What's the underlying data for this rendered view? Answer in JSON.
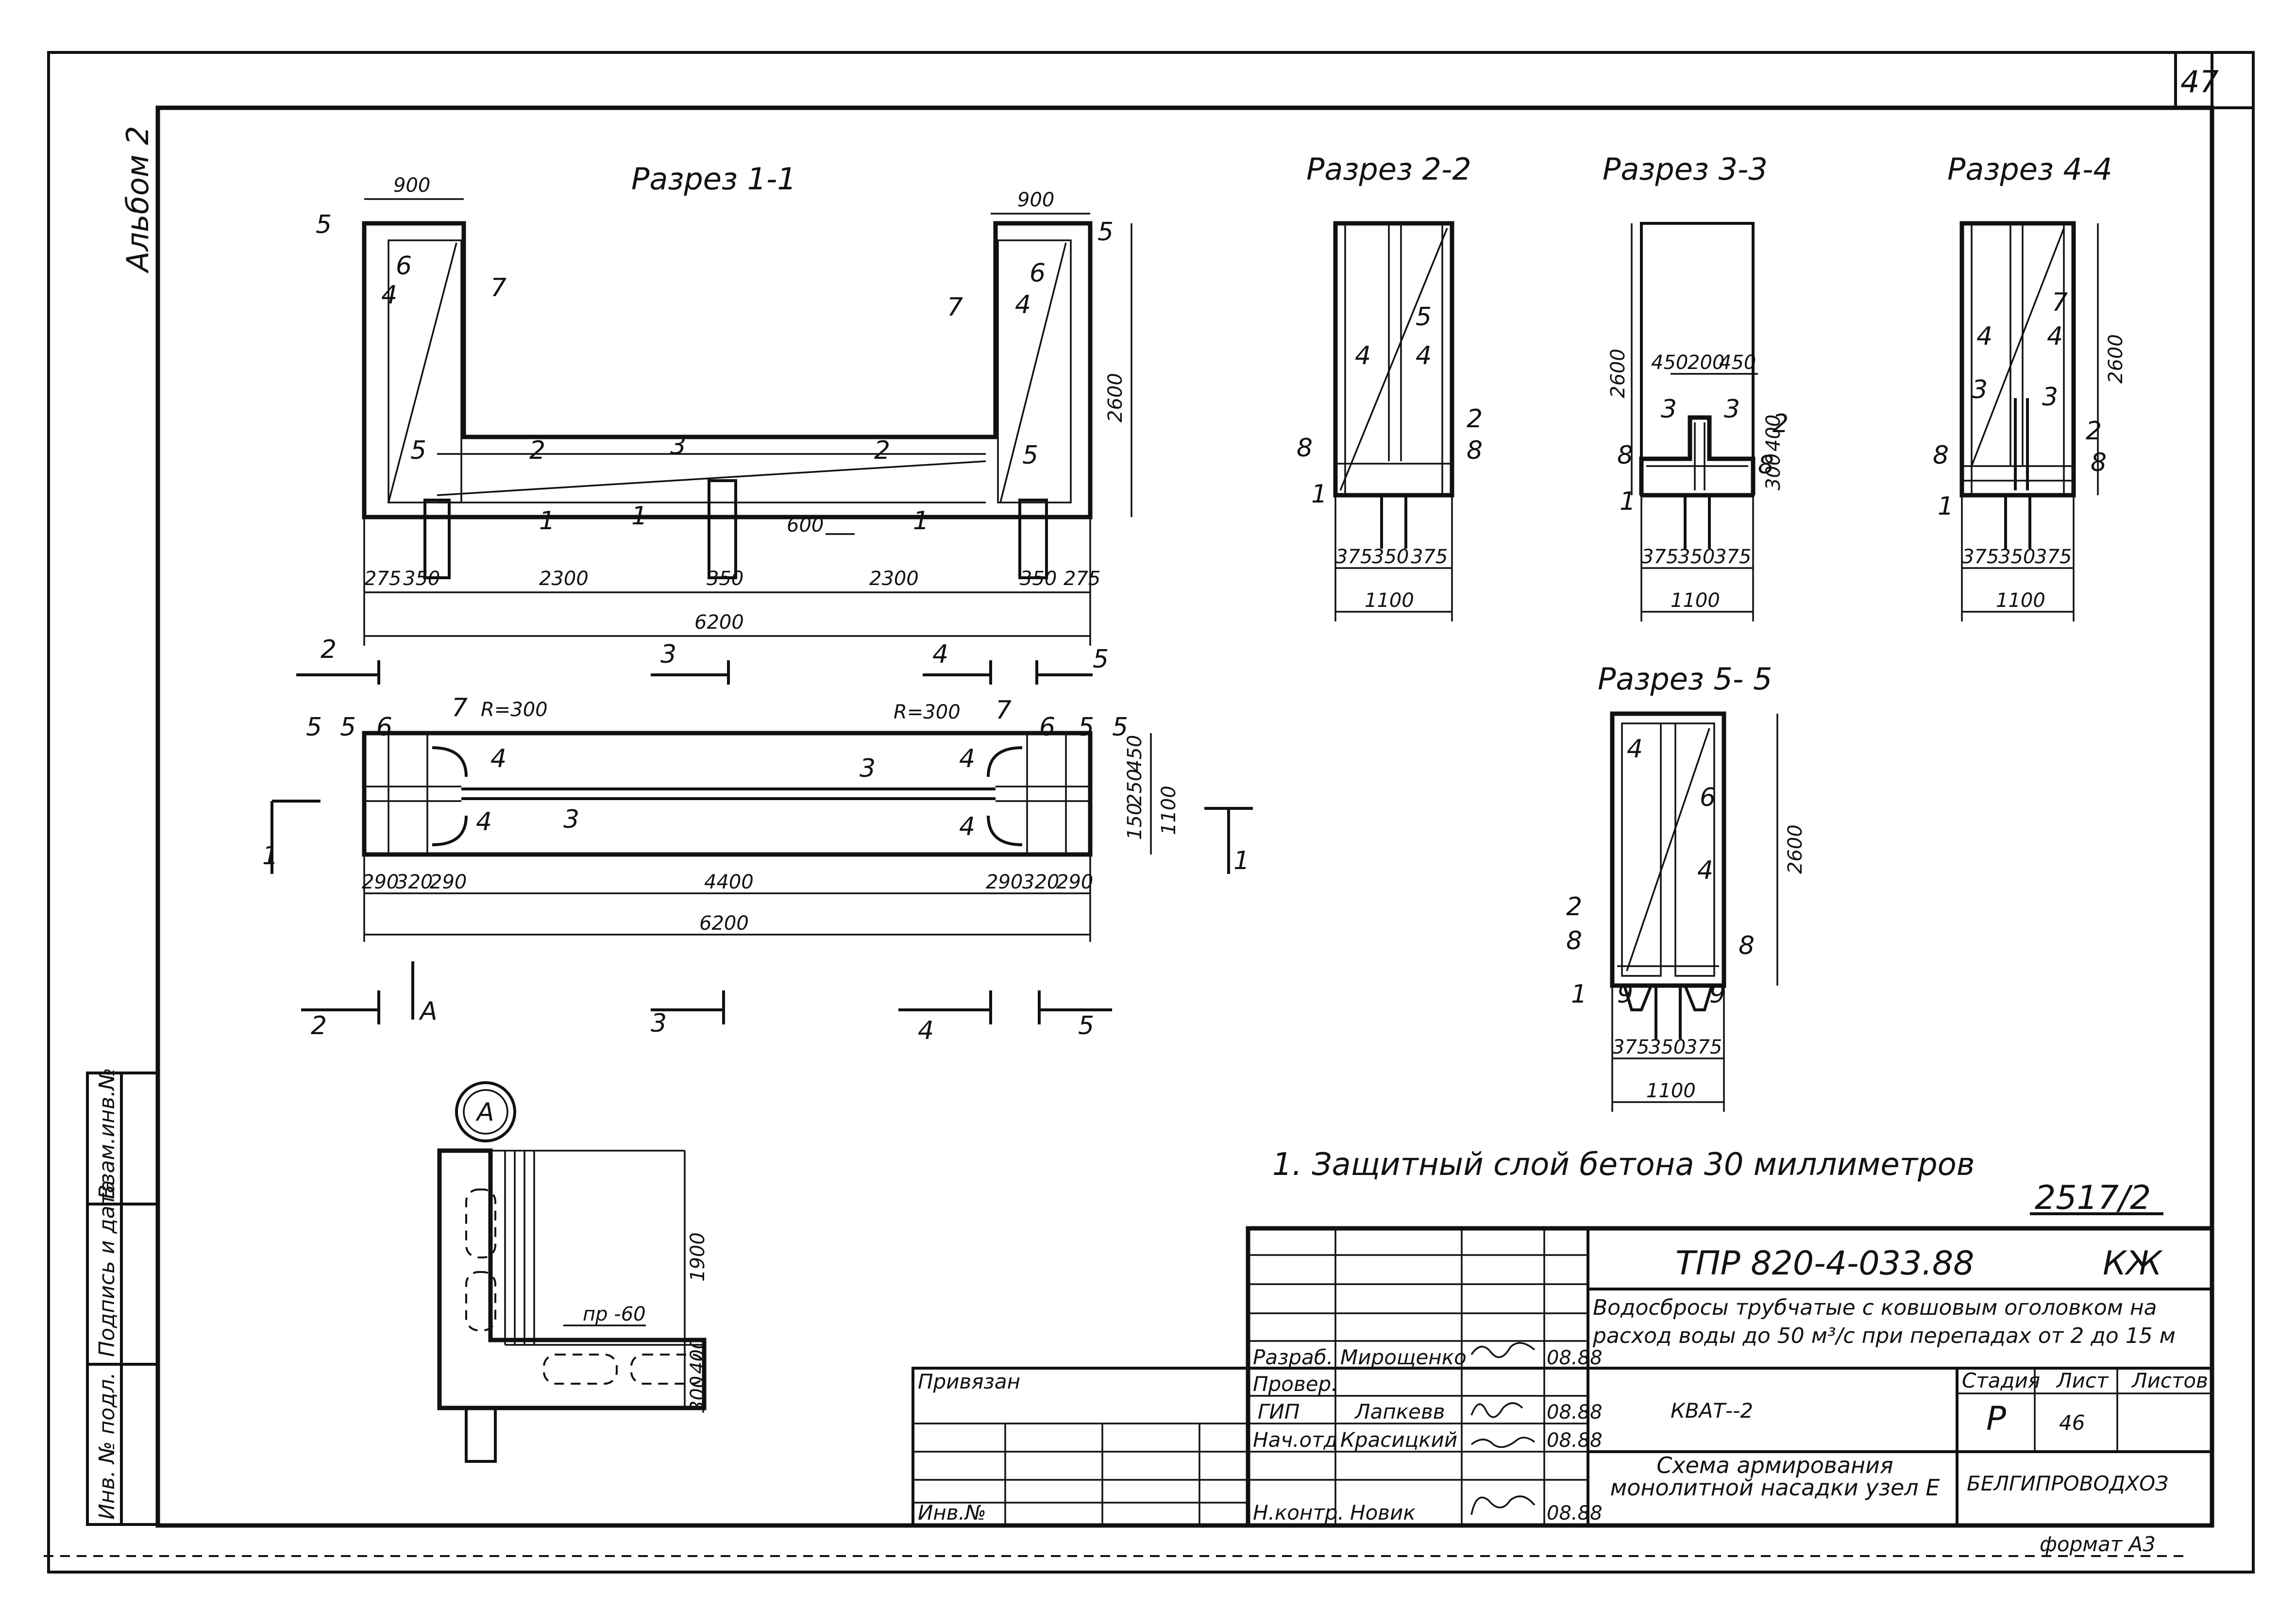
{
  "sheet": {
    "page_number": "47",
    "album": "Альбом 2",
    "format": "формат А3"
  },
  "side_stamp": [
    "Инв. № подл.",
    "Подпись и дата",
    "Взам.инв.№"
  ],
  "sections": {
    "s1": "Разрез 1-1",
    "s2": "Разрез 2-2",
    "s3": "Разрез 3-3",
    "s4": "Разрез 4-4",
    "s5": "Разрез 5- 5",
    "nodeA": "А"
  },
  "dims": {
    "d900": "900",
    "d2600": "2600",
    "d275": "275",
    "d350": "350",
    "d2300": "2300",
    "d600": "600",
    "d6200": "6200",
    "d1100": "1100",
    "d4400": "4400",
    "d290": "290",
    "d320": "320",
    "d150": "150",
    "d250": "250",
    "d375": "375",
    "d450": "450",
    "d200": "200",
    "d400": "400",
    "d300": "300",
    "d1900": "1900",
    "r300": "R=300",
    "pr60": "пр -60"
  },
  "marks": {
    "m1": "1",
    "m2": "2",
    "m3": "3",
    "m4": "4",
    "m5": "5",
    "m6": "6",
    "m7": "7",
    "m8": "8",
    "m9": "9"
  },
  "cut_marks": {
    "c1": "1",
    "c2": "2",
    "c3": "3",
    "c4": "4",
    "c5": "5",
    "cA": "А"
  },
  "note": "1. Защитный слой бетона 30 миллиметров",
  "title_block": {
    "sheet_id": "2517/2",
    "doc_code": "ТПР 820-4-033.88",
    "doc_mark": "КЖ",
    "project": "Водосбросы трубчатые с ковшовым оголовком на расход воды до 50 м³/с при перепадах от 2 до 15 м",
    "section_code": "КВАТ--2",
    "drawing_title": "Схема армирования монолитной насадки узел Е",
    "organization": "БЕЛГИПРОВОДХОЗ",
    "stage_header": "Стадия",
    "sheet_header": "Лист",
    "sheets_header": "Листов",
    "stage": "Р",
    "sheet_no": "46",
    "privyazan": "Привязан",
    "inv_no": "Инв.№",
    "roles": [
      {
        "role": "Разраб.",
        "name": "Мирощенко",
        "date": "08.88"
      },
      {
        "role": "Провер.",
        "name": "",
        "date": ""
      },
      {
        "role": "ГИП",
        "name": "Лапкевв",
        "date": "08.88"
      },
      {
        "role": "Нач.отд",
        "name": "Красицкий",
        "date": "08.88"
      },
      {
        "role": "Н.контр.",
        "name": "Новик",
        "date": "08.88"
      }
    ]
  }
}
